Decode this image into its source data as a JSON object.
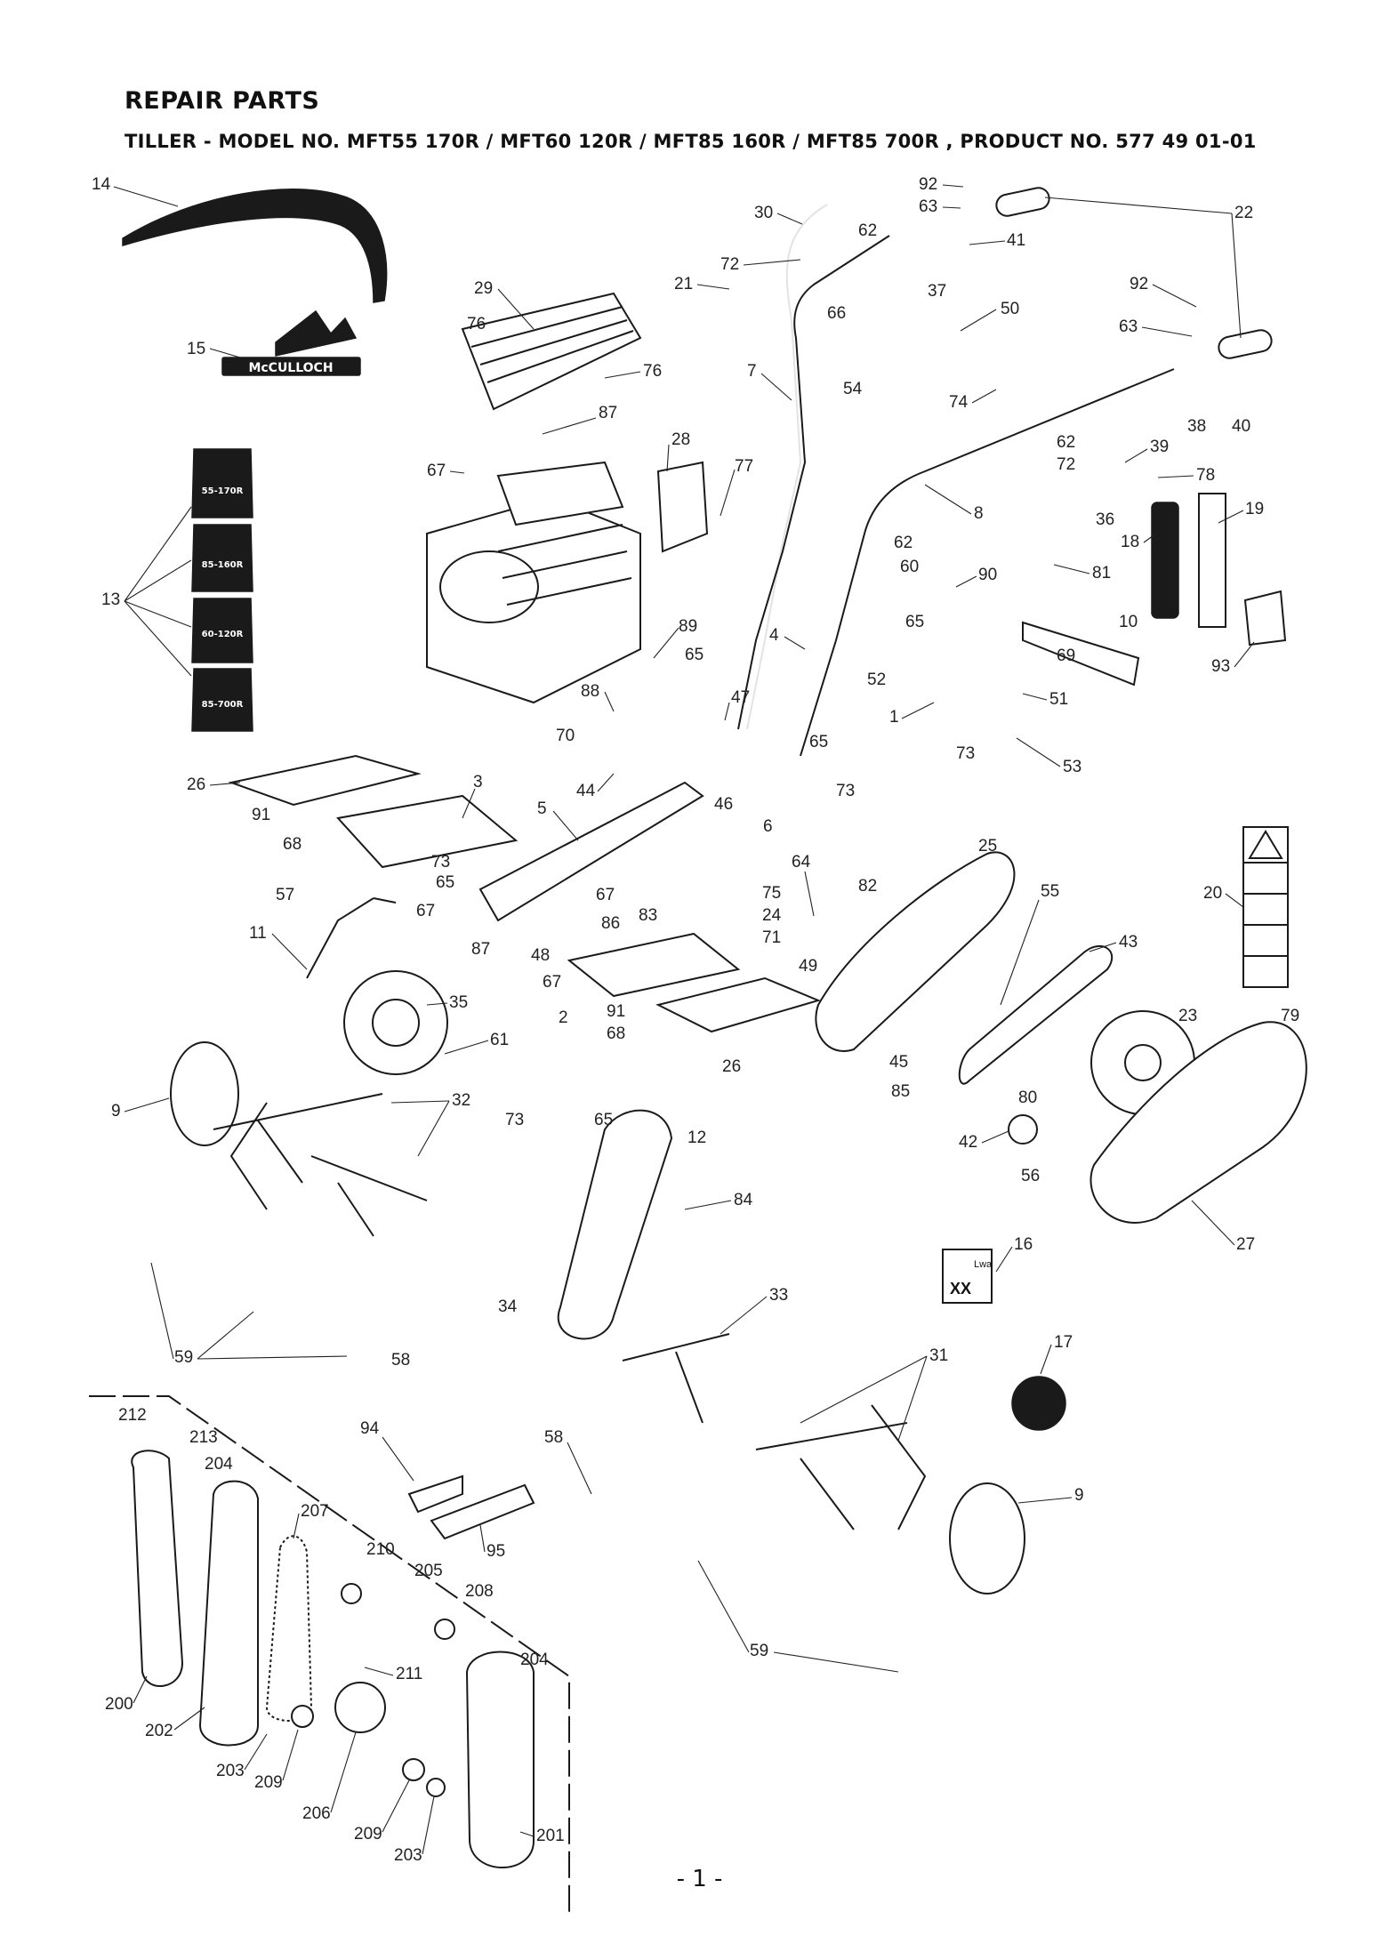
{
  "header": {
    "title": "REPAIR PARTS",
    "subtitle": "TILLER - MODEL NO. MFT55 170R / MFT60 120R / MFT85 160R / MFT85 700R , PRODUCT NO. 577 49 01-01"
  },
  "footer": {
    "page": "- 1 -"
  },
  "logo": {
    "brand": "McCULLOCH"
  },
  "decals": [
    "55-170R",
    "85-160R",
    "60-120R",
    "85-700R"
  ],
  "sign16": {
    "line1": "Lwa",
    "line2": "XX"
  },
  "callouts": [
    "14",
    "15",
    "13",
    "22",
    "92",
    "63",
    "30",
    "62",
    "72",
    "41",
    "21",
    "66",
    "37",
    "50",
    "29",
    "76",
    "76",
    "92",
    "63",
    "7",
    "54",
    "74",
    "87",
    "40",
    "38",
    "67",
    "28",
    "77",
    "62",
    "72",
    "39",
    "78",
    "8",
    "36",
    "19",
    "18",
    "81",
    "62",
    "60",
    "90",
    "4",
    "89",
    "65",
    "65",
    "69",
    "10",
    "93",
    "52",
    "1",
    "51",
    "88",
    "47",
    "70",
    "73",
    "53",
    "65",
    "73",
    "44",
    "26",
    "3",
    "91",
    "68",
    "5",
    "46",
    "6",
    "73",
    "65",
    "67",
    "64",
    "82",
    "25",
    "55",
    "57",
    "67",
    "75",
    "83",
    "24",
    "86",
    "71",
    "11",
    "87",
    "48",
    "49",
    "20",
    "43",
    "67",
    "2",
    "91",
    "68",
    "26",
    "35",
    "61",
    "23",
    "79",
    "9",
    "45",
    "85",
    "80",
    "42",
    "56",
    "32",
    "73",
    "65",
    "12",
    "84",
    "27",
    "16",
    "34",
    "33",
    "59",
    "17",
    "31",
    "58",
    "9",
    "212",
    "213",
    "94",
    "58",
    "204",
    "207",
    "95",
    "210",
    "205",
    "208",
    "59",
    "204",
    "211",
    "200",
    "202",
    "203",
    "209",
    "206",
    "209",
    "203",
    "201"
  ]
}
